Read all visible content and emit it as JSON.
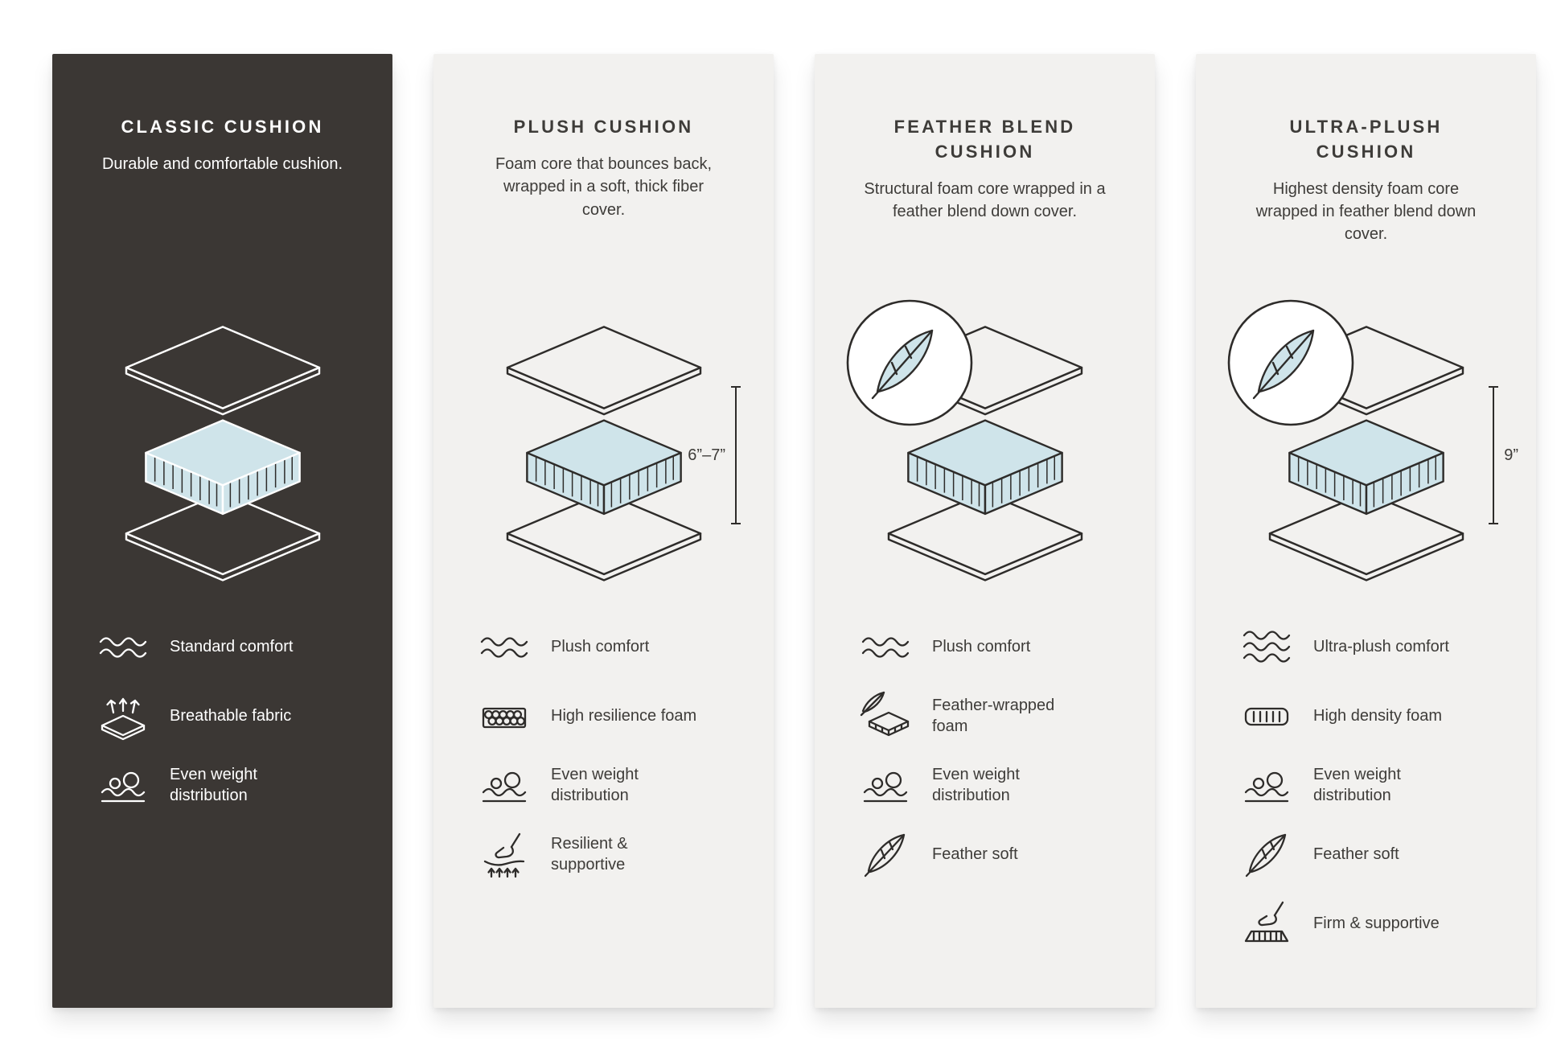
{
  "colors": {
    "dark_card": "#3b3734",
    "light_card": "#f2f1ef",
    "foam_fill": "#cfe4ea",
    "outline_dark": "#2e2c2a",
    "outline_light": "#ffffff"
  },
  "cards": [
    {
      "title": "CLASSIC CUSHION",
      "description": "Durable and comfortable cushion.",
      "features": [
        {
          "icon": "waves-icon",
          "label": "Standard comfort"
        },
        {
          "icon": "breathable-fabric-icon",
          "label": "Breathable fabric"
        },
        {
          "icon": "weight-distribution-icon",
          "label": "Even weight distribution"
        }
      ]
    },
    {
      "title": "PLUSH CUSHION",
      "description": "Foam core that bounces back, wrapped in a soft, thick fiber cover.",
      "measurement": "6”–7”",
      "features": [
        {
          "icon": "waves-icon",
          "label": "Plush comfort"
        },
        {
          "icon": "resilience-foam-icon",
          "label": "High resilience foam"
        },
        {
          "icon": "weight-distribution-icon",
          "label": "Even weight distribution"
        },
        {
          "icon": "resilient-supportive-icon",
          "label": "Resilient & supportive"
        }
      ]
    },
    {
      "title": "FEATHER BLEND CUSHION",
      "description": "Structural foam core wrapped in a feather blend down cover.",
      "features": [
        {
          "icon": "waves-icon",
          "label": "Plush comfort"
        },
        {
          "icon": "feather-wrapped-foam-icon",
          "label": "Feather-wrapped foam"
        },
        {
          "icon": "weight-distribution-icon",
          "label": "Even weight distribution"
        },
        {
          "icon": "feather-icon",
          "label": "Feather soft"
        }
      ]
    },
    {
      "title": "ULTRA-PLUSH CUSHION",
      "description": "Highest density foam core wrapped in feather blend down cover.",
      "measurement": "9”",
      "features": [
        {
          "icon": "waves-icon",
          "label": "Ultra-plush comfort"
        },
        {
          "icon": "high-density-foam-icon",
          "label": "High density foam"
        },
        {
          "icon": "weight-distribution-icon",
          "label": "Even weight distribution"
        },
        {
          "icon": "feather-icon",
          "label": "Feather soft"
        },
        {
          "icon": "firm-supportive-icon",
          "label": "Firm & supportive"
        }
      ]
    }
  ]
}
